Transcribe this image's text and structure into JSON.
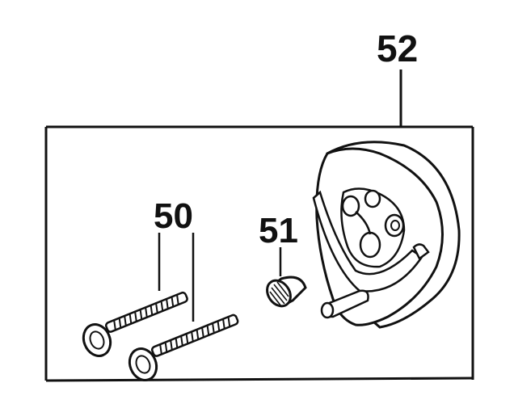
{
  "diagram": {
    "callouts": {
      "assembly": "52",
      "screws": "50",
      "plug": "51"
    },
    "colors": {
      "line": "#111111",
      "background": "#ffffff",
      "thread_shade": "#d9d9d9"
    }
  }
}
